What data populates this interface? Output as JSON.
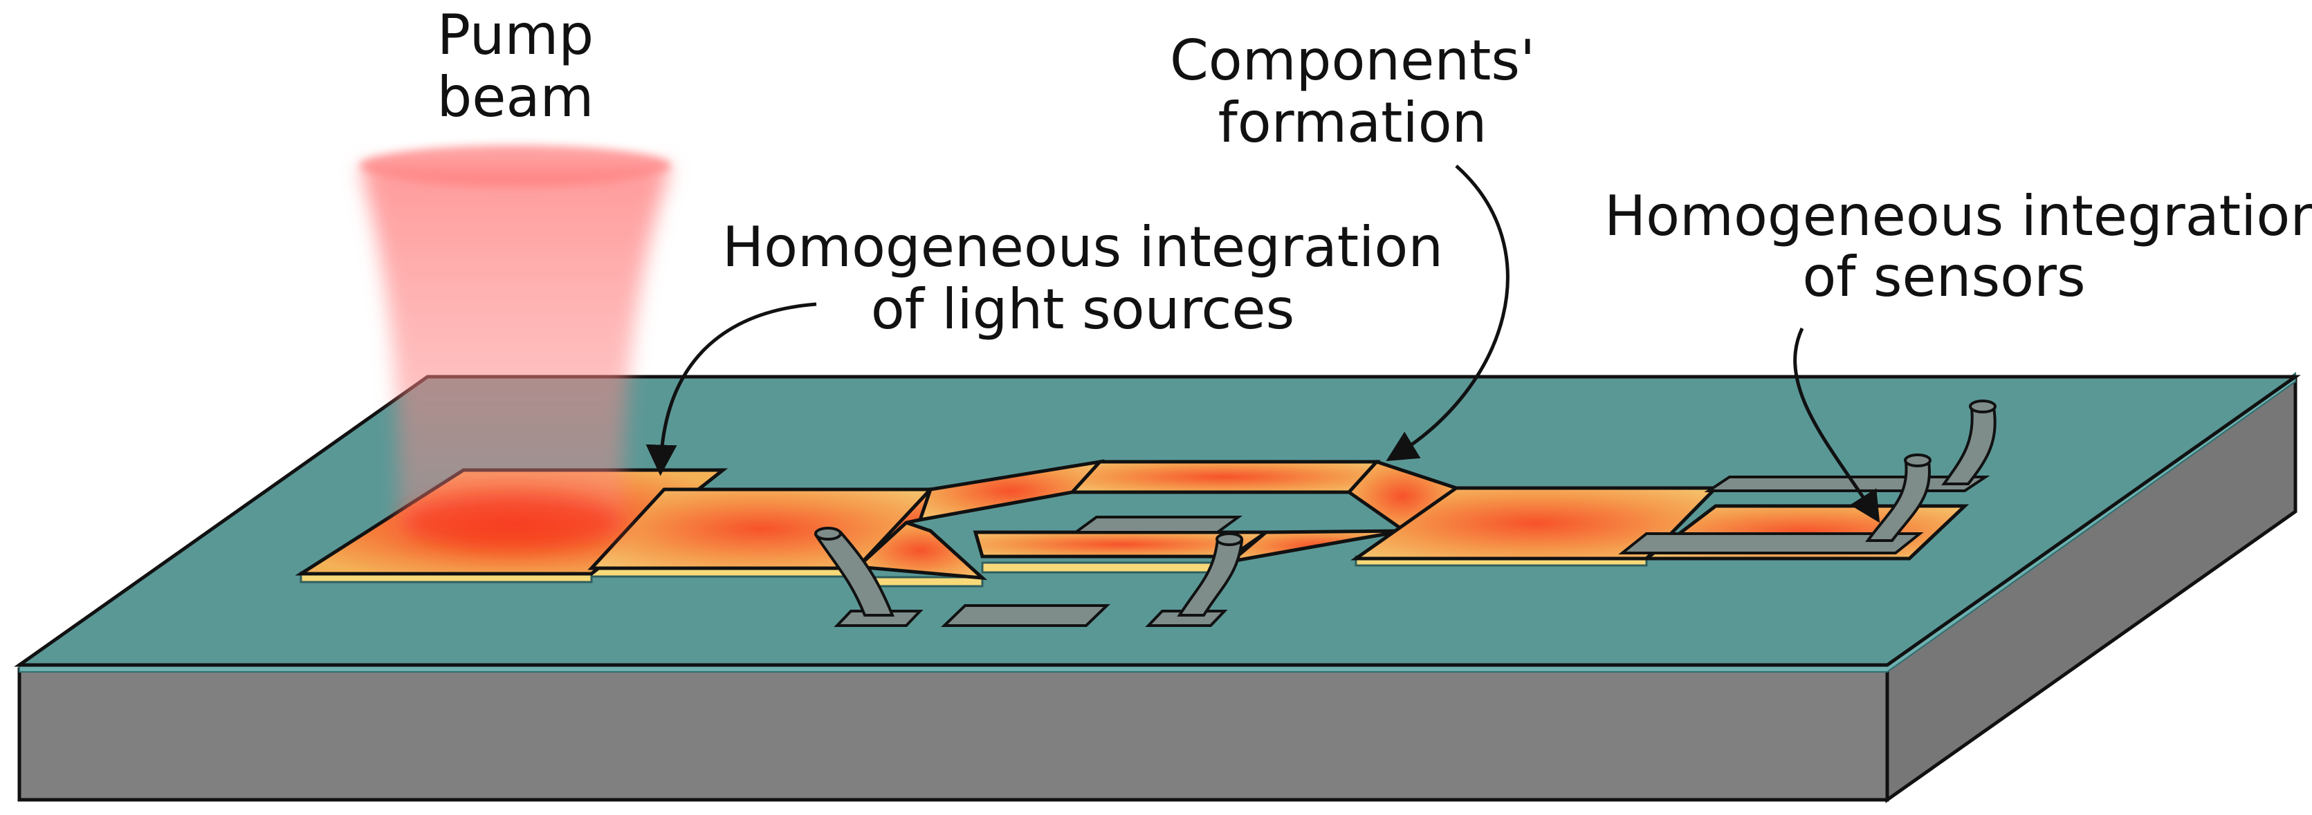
{
  "labels": {
    "pump_beam": [
      "Pump",
      "beam"
    ],
    "components_formation": [
      "Components'",
      "formation"
    ],
    "light_sources": [
      "Homogeneous integration",
      "of light sources"
    ],
    "sensors": [
      "Homogeneous integration",
      "of sensors"
    ]
  },
  "colors": {
    "substrate_top": "#5a9896",
    "substrate_side": "#808080",
    "substrate_edge": "#2f6e6e",
    "waveguide_edge": "#f7d97a",
    "waveguide_glow": "#f6461e",
    "waveguide_base": "#f4b257",
    "pump_beam": "#ff8a8a",
    "electrode": "#7e8c8a",
    "outline": "#111111"
  },
  "icons": [
    "pump-beam-icon",
    "curved-arrow-icon",
    "electrode-pad-icon",
    "wire-lead-icon"
  ]
}
